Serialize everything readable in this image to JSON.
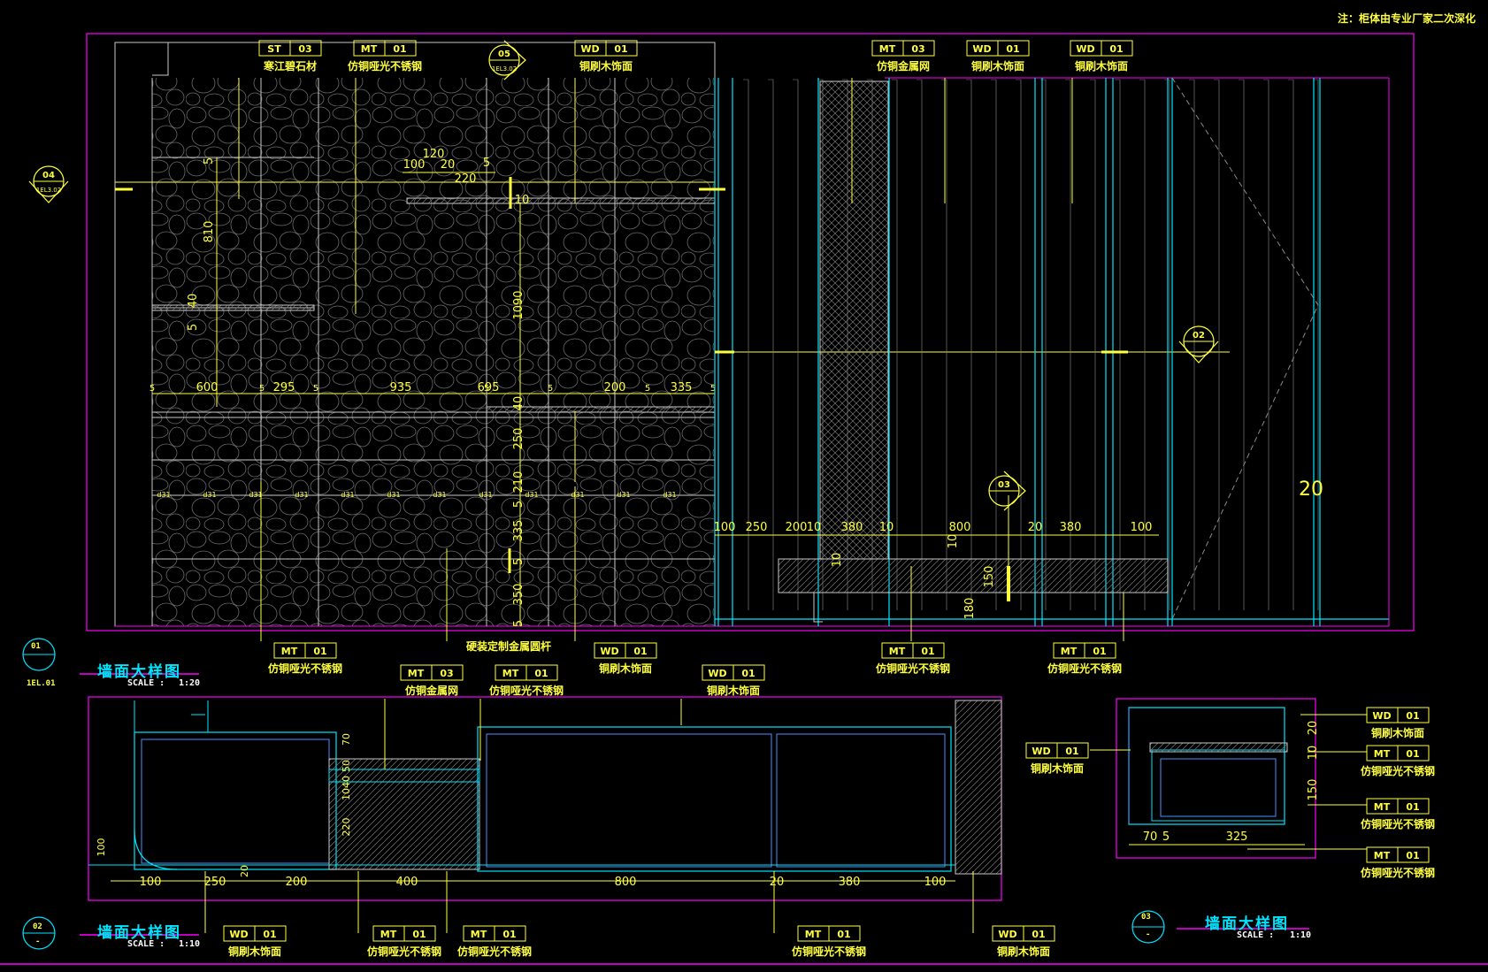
{
  "note": "注：柜体由专业厂家二次深化",
  "views": [
    {
      "num": "01",
      "ref": "1EL.01",
      "title": "墙面大样图",
      "scale_label": "SCALE :",
      "scale": "1:20"
    },
    {
      "num": "02",
      "ref": "-",
      "title": "墙面大样图",
      "scale_label": "SCALE :",
      "scale": "1:10"
    },
    {
      "num": "03",
      "ref": "-",
      "title": "墙面大样图",
      "scale_label": "SCALE :",
      "scale": "1:10"
    }
  ],
  "materials": [
    {
      "code": "ST",
      "no": "03",
      "name": "寒江碧石材"
    },
    {
      "code": "MT",
      "no": "01",
      "name": "仿铜哑光不锈钢"
    },
    {
      "code": "WD",
      "no": "01",
      "name": "铜刷木饰面"
    },
    {
      "code": "MT",
      "no": "03",
      "name": "仿铜金属网"
    },
    {
      "code": "WD",
      "no": "01",
      "name": "铜刷木饰面"
    },
    {
      "code": "WD",
      "no": "01",
      "name": "铜刷木饰面"
    },
    {
      "code": "MT",
      "no": "01",
      "name": "仿铜哑光不锈钢"
    },
    {
      "code": "WD",
      "no": "01",
      "name": "铜刷木饰面"
    },
    {
      "code": "MT",
      "no": "01",
      "name": "仿铜哑光不锈钢"
    },
    {
      "code": "MT",
      "no": "01",
      "name": "仿铜哑光不锈钢"
    },
    {
      "code": "MT",
      "no": "03",
      "name": "仿铜金属网"
    },
    {
      "code": "MT",
      "no": "01",
      "name": "仿铜哑光不锈钢"
    },
    {
      "code": "WD",
      "no": "01",
      "name": "铜刷木饰面"
    },
    {
      "code": "WD",
      "no": "01",
      "name": "铜刷木饰面"
    },
    {
      "code": "WD",
      "no": "01",
      "name": "铜刷木饰面"
    },
    {
      "code": "MT",
      "no": "01",
      "name": "仿铜哑光不锈钢"
    },
    {
      "code": "MT",
      "no": "01",
      "name": "仿铜哑光不锈钢"
    },
    {
      "code": "MT",
      "no": "01",
      "name": "仿铜哑光不锈钢"
    },
    {
      "code": "MT",
      "no": "01",
      "name": "仿铜哑光不锈钢"
    },
    {
      "code": "MT",
      "no": "01",
      "name": "仿铜哑光不锈钢"
    },
    {
      "code": "WD",
      "no": "01",
      "name": "铜刷木饰面"
    },
    {
      "code": "WD",
      "no": "01",
      "name": "铜刷木饰面"
    },
    {
      "code": "MT",
      "no": "01",
      "name": "仿铜哑光不锈钢"
    },
    {
      "code": "MT",
      "no": "01",
      "name": "仿铜哑光不锈钢"
    },
    {
      "code": "MT",
      "no": "01",
      "name": "仿铜哑光不锈钢"
    }
  ],
  "rod_label": "硬装定制金属圆杆",
  "section_marks": [
    {
      "num": "04",
      "ref": "1EL3.02"
    },
    {
      "num": "05",
      "ref": "1EL3.02"
    },
    {
      "num": "02",
      "ref": ""
    },
    {
      "num": "03",
      "ref": ""
    }
  ],
  "dims_main_h": [
    "5",
    "600",
    "5",
    "295",
    "5",
    "935",
    "5",
    "695",
    "5",
    "200",
    "5",
    "335",
    "5"
  ],
  "dims_main_v": [
    "5",
    "810",
    "40",
    "5",
    "1090",
    "40",
    "250",
    "210",
    "5",
    "335",
    "5",
    "350",
    "5"
  ],
  "dims_top": [
    "100",
    "120",
    "20",
    "220",
    "5",
    "10"
  ],
  "dims_right_h": [
    "100",
    "250",
    "200",
    "10",
    "380",
    "10",
    "800",
    "20",
    "380",
    "100"
  ],
  "dims_right_v": [
    "10",
    "10",
    "150",
    "180",
    "20"
  ],
  "dims_plan_h": [
    "100",
    "250",
    "200",
    "400",
    "800",
    "20",
    "380",
    "100"
  ],
  "dims_plan_v": [
    "70",
    "50",
    "40",
    "10",
    "220",
    "100",
    "20"
  ],
  "dims_s3": [
    "70",
    "5",
    "325",
    "20",
    "10",
    "150"
  ],
  "tag_d31": "d31"
}
